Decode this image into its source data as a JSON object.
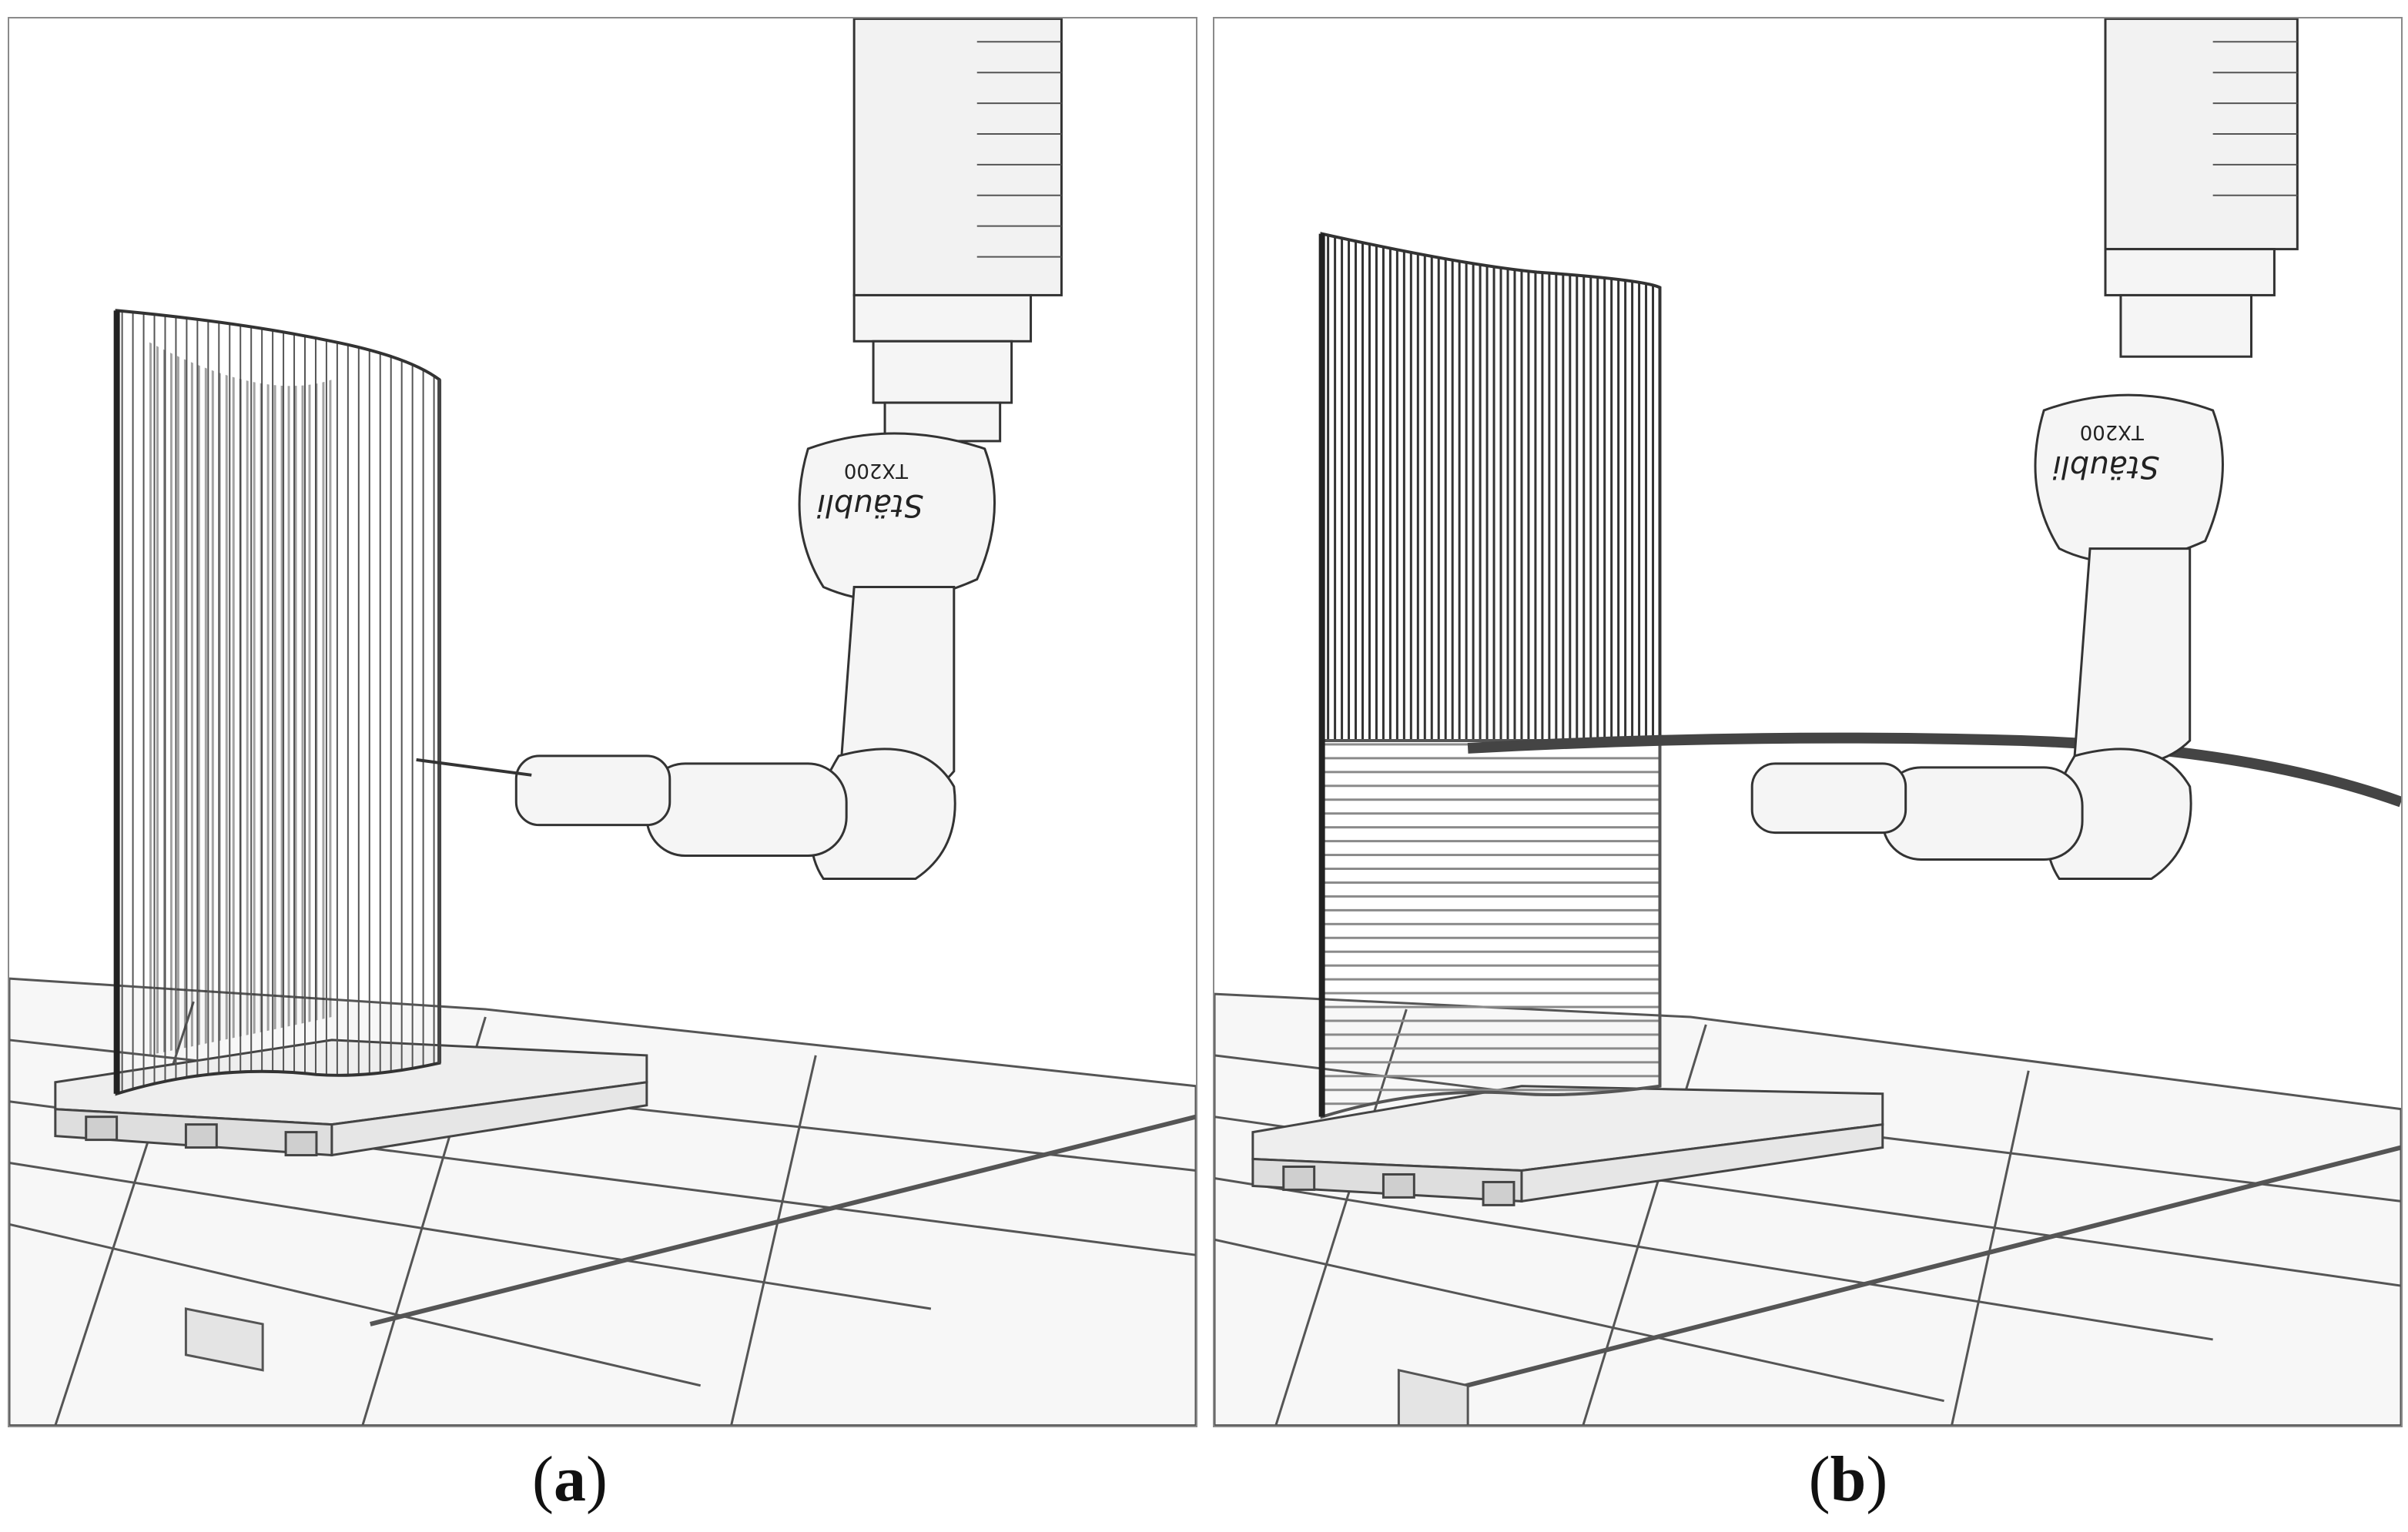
{
  "figure": {
    "panels": [
      {
        "id": "a",
        "caption_letter": "a",
        "robot_brand": "Stäubli",
        "robot_model": "TX200"
      },
      {
        "id": "b",
        "caption_letter": "b",
        "robot_brand": "Stäubli",
        "robot_model": "TX200"
      }
    ]
  },
  "palette": {
    "line": "#3a3a3a",
    "light_line": "#9a9a9a",
    "fill": "#f4f4f4",
    "shadow": "#d8d8d8",
    "frame": "#8a8a8a"
  }
}
